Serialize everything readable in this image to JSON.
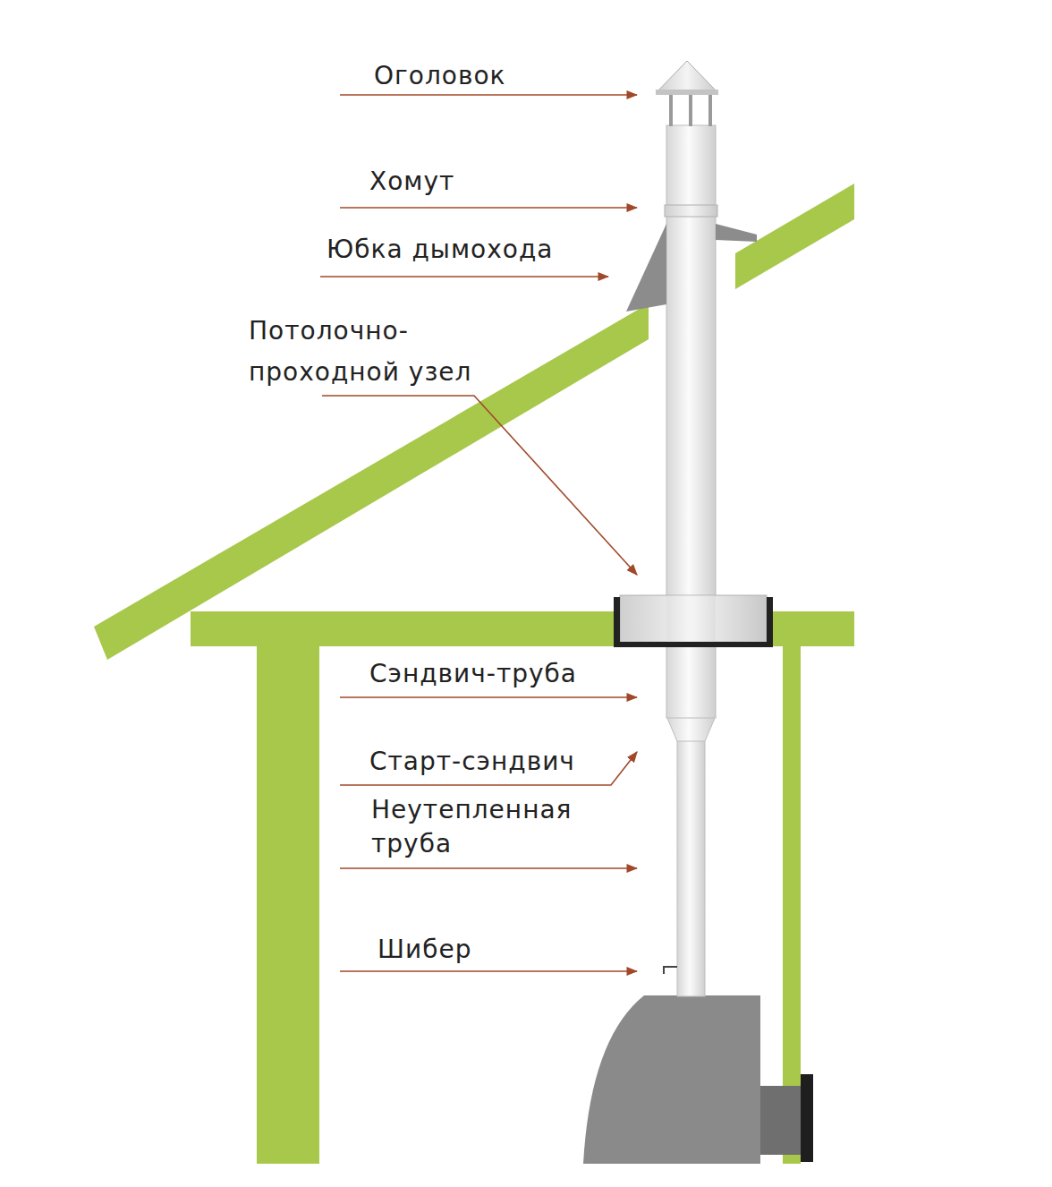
{
  "diagram": {
    "labels": [
      "Оголовок",
      "Хомут",
      "Юбка дымохода",
      "Потолочно- проходной узел",
      "Сэндвич-труба",
      "Старт-сэндвич",
      "Неутепленная труба",
      "Шибер"
    ]
  }
}
